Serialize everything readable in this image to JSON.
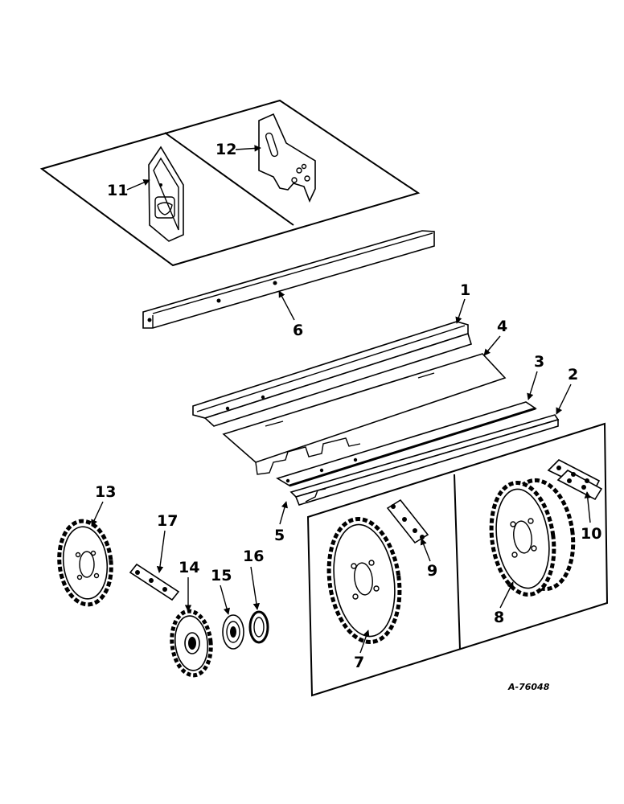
{
  "drawing_ref": "A-76048",
  "callouts": {
    "c1": "1",
    "c2": "2",
    "c3": "3",
    "c4": "4",
    "c5": "5",
    "c6": "6",
    "c7": "7",
    "c8": "8",
    "c9": "9",
    "c10": "10",
    "c11": "11",
    "c12": "12",
    "c13": "13",
    "c14": "14",
    "c15": "15",
    "c16": "16",
    "c17": "17"
  }
}
